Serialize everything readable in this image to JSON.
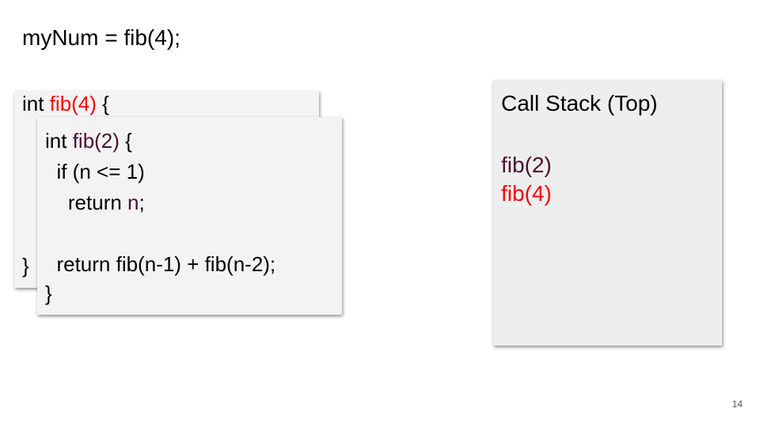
{
  "slide_title": "myNum = fib(4);",
  "colors": {
    "current_call": "#4c1130",
    "previous_call": "#ff0000"
  },
  "back_frame": {
    "kw": "int ",
    "call": "fib(4)",
    "open": " {",
    "close": "}"
  },
  "front_frame": {
    "kw": "int ",
    "call": "fib(2)",
    "open": " {",
    "line2": "  if (n <= 1)",
    "line3_a": "    return ",
    "line3_var": "n",
    "line3_b": ";",
    "line5": "  return fib(n-1) + fib(n-2);",
    "close": "}"
  },
  "call_stack": {
    "title": "Call Stack (Top)",
    "items": [
      "fib(2)",
      "fib(4)"
    ]
  },
  "page_number": "14"
}
